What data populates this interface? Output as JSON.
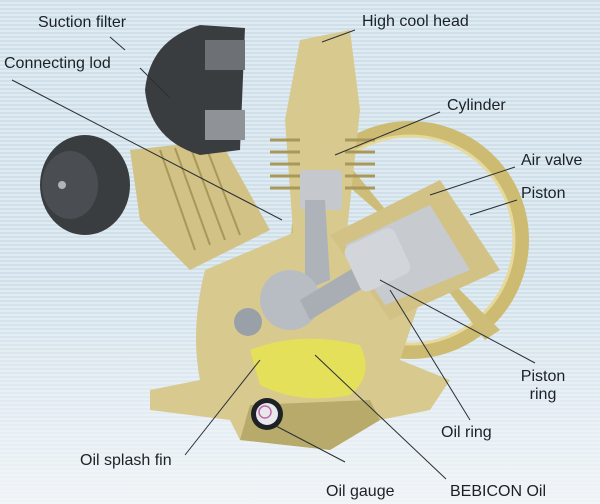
{
  "diagram": {
    "subject": "Air compressor pump cutaway",
    "colors": {
      "background": "#d6e5ee",
      "housing": "#d8c98e",
      "housing_shadow": "#b3a466",
      "filter": "#3a3d40",
      "metal": "#b9bec4",
      "oil": "#e4e05a",
      "leader_line": "#2a2f35",
      "label_text": "#1c2127"
    },
    "labels": [
      {
        "id": "suction-filter",
        "text": "Suction filter"
      },
      {
        "id": "connecting-lod",
        "text": "Connecting lod"
      },
      {
        "id": "high-cool-head",
        "text": "High cool head"
      },
      {
        "id": "cylinder",
        "text": "Cylinder"
      },
      {
        "id": "air-valve",
        "text": "Air valve"
      },
      {
        "id": "piston",
        "text": "Piston"
      },
      {
        "id": "piston-ring-1",
        "text": "Piston"
      },
      {
        "id": "piston-ring-2",
        "text": "ring"
      },
      {
        "id": "oil-ring",
        "text": "Oil ring"
      },
      {
        "id": "oil-splash-fin",
        "text": "Oil splash fin"
      },
      {
        "id": "oil-gauge",
        "text": "Oil gauge"
      },
      {
        "id": "bebicon-oil",
        "text": "BEBICON Oil"
      }
    ]
  }
}
